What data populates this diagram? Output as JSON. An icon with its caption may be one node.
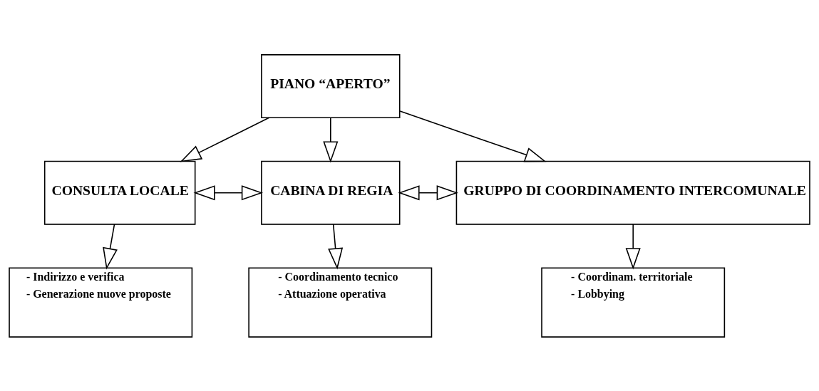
{
  "diagram": {
    "nodes": [
      {
        "text": [
          "PIANO “APERTO”"
        ]
      },
      {
        "text": [
          "CONSULTA LOCALE"
        ]
      },
      {
        "text": [
          "CABINA DI REGIA"
        ]
      },
      {
        "text": [
          "GRUPPO DI COORDINAMENTO INTERCOMUNALE"
        ]
      },
      {
        "text": [
          "- Indirizzo e verifica",
          "- Generazione nuove proposte"
        ]
      },
      {
        "text": [
          "- Coordinamento tecnico",
          "- Attuazione operativa"
        ]
      },
      {
        "text": [
          "- Coordinam. territoriale",
          "- Lobbying"
        ]
      }
    ],
    "edges": [
      {
        "from": 0,
        "to": 1,
        "arrow": "to"
      },
      {
        "from": 0,
        "to": 2,
        "arrow": "to"
      },
      {
        "from": 0,
        "to": 3,
        "arrow": "to"
      },
      {
        "from": 1,
        "to": 2,
        "arrow": "both"
      },
      {
        "from": 2,
        "to": 3,
        "arrow": "both"
      },
      {
        "from": 1,
        "to": 4,
        "arrow": "to"
      },
      {
        "from": 2,
        "to": 5,
        "arrow": "to"
      },
      {
        "from": 3,
        "to": 6,
        "arrow": "to"
      }
    ]
  }
}
